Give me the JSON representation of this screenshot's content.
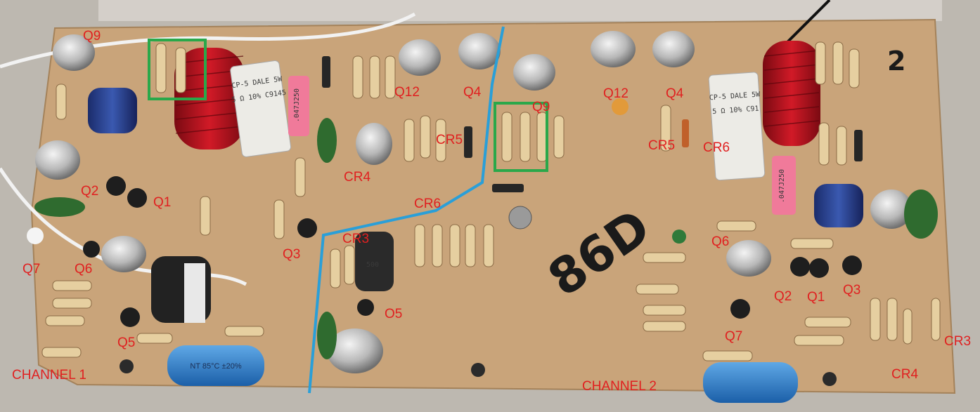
{
  "board_labels": {
    "ch1": {
      "Q9": "Q9",
      "Q12": "Q12",
      "Q4": "Q4",
      "Q2": "Q2",
      "Q1": "Q1",
      "Q3": "Q3",
      "Q7": "Q7",
      "Q6": "Q6",
      "Q5": "Q5",
      "O5": "O5",
      "CR4": "CR4",
      "CR5": "CR5",
      "CR6": "CR6",
      "CR3": "CR3",
      "channel": "CHANNEL 1"
    },
    "ch2": {
      "Q12": "Q12",
      "Q4": "Q4",
      "Q9": "Q9",
      "CR5": "CR5",
      "CR6": "CR6",
      "Q6": "Q6",
      "Q2": "Q2",
      "Q1": "Q1",
      "Q3": "Q3",
      "Q7": "Q7",
      "CR4": "CR4",
      "CR3": "CR3",
      "channel": "CHANNEL 2"
    }
  },
  "handwriting": {
    "board_mark": "86D",
    "corner_mark": "2"
  },
  "component_text": {
    "resistor_ch1": "CP-5 DALE 5W",
    "resistor_ch1_b": "5 Ω 10% C9145",
    "resistor_ch2": "CP-5 DALE 5W",
    "resistor_ch2_b": "5 Ω 10% C91",
    "film_cap_ch1": ".047J250",
    "film_cap_ch2": ".047J250",
    "axial_cap_ch1": "NT 85°C ±20%",
    "elec_cap_label": "500"
  },
  "colors": {
    "board": "#c9a47a",
    "label": "#e02020",
    "trace_line": "#2a9fd8",
    "highlight_box": "#2aa84a",
    "coil": "#b3111c"
  }
}
